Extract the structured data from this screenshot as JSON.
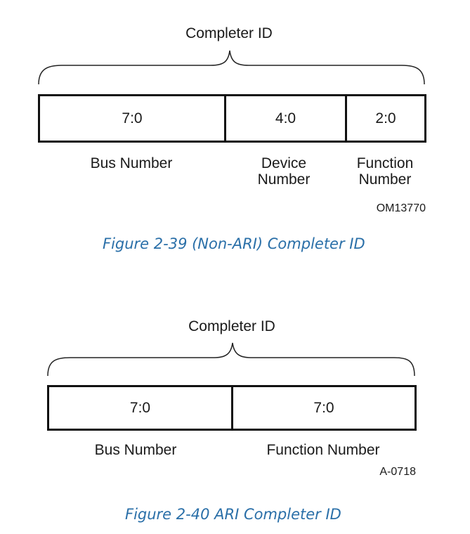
{
  "fig1": {
    "header": "Completer ID",
    "fields": [
      {
        "bits": "7:0",
        "label": "Bus Number"
      },
      {
        "bits": "4:0",
        "label": "Device\nNumber"
      },
      {
        "bits": "2:0",
        "label": "Function\nNumber"
      }
    ],
    "code": "OM13770",
    "caption": "Figure  2-39  (Non-ARI) Completer ID"
  },
  "fig2": {
    "header": "Completer ID",
    "fields": [
      {
        "bits": "7:0",
        "label": "Bus Number"
      },
      {
        "bits": "7:0",
        "label": "Function Number"
      }
    ],
    "code": "A-0718",
    "caption": "Figure  2-40  ARI Completer ID"
  }
}
